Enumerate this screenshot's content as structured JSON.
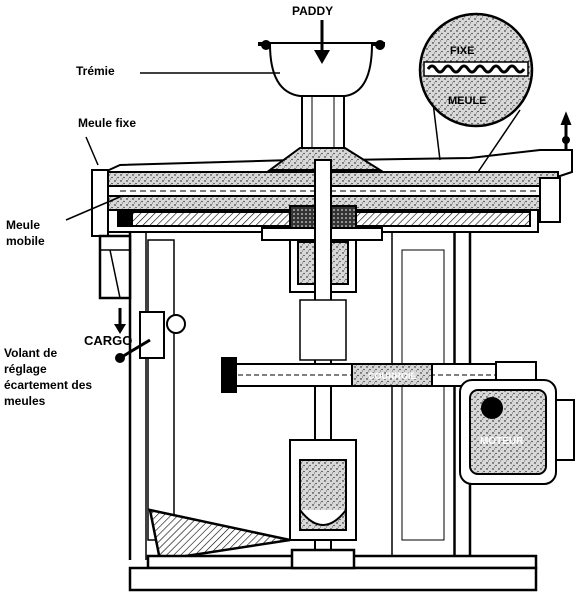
{
  "labels": {
    "paddy": "PADDY",
    "tremie": "Trémie",
    "meule_fixe": "Meule fixe",
    "meule_mobile_line1": "Meule",
    "meule_mobile_line2": "mobile",
    "cargo": "CARGO",
    "volant_line1": "Volant de",
    "volant_line2": "réglage",
    "volant_line3": "écartement des",
    "volant_line4": "meules"
  },
  "detail": {
    "fixe": "FIXE",
    "meule": "MEULE"
  },
  "parts": {
    "courroie": "COURROIE",
    "moteur": "MOTEUR"
  }
}
